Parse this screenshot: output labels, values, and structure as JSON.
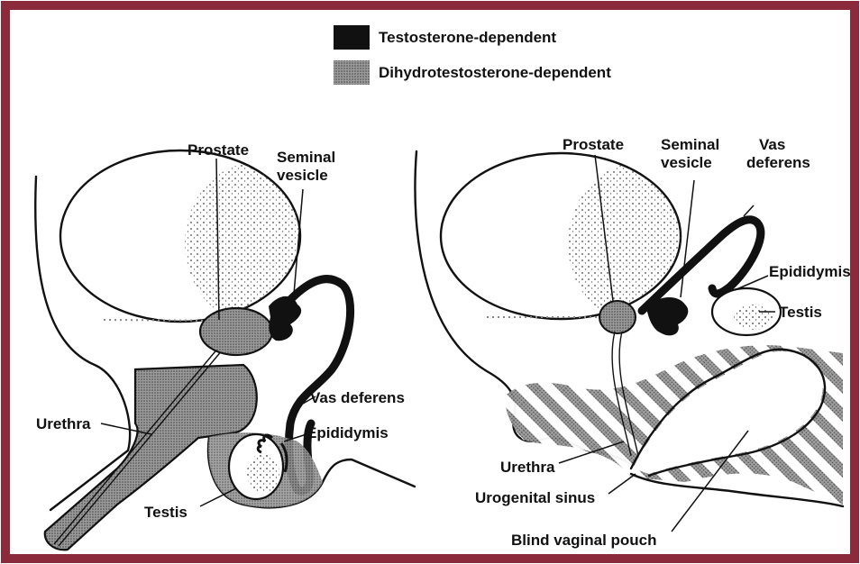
{
  "colors": {
    "border": "#8b2a3a",
    "ink": "#111111",
    "paper": "#ffffff",
    "stipple": "#8a8a8a"
  },
  "legend": {
    "testosterone": "Testosterone-dependent",
    "dht": "Dihydrotestosterone-dependent"
  },
  "left_diagram": {
    "prostate": "Prostate",
    "seminal_vesicle_line1": "Seminal",
    "seminal_vesicle_line2": "vesicle",
    "vas_deferens": "Vas deferens",
    "epididymis": "Epididymis",
    "urethra": "Urethra",
    "testis": "Testis"
  },
  "right_diagram": {
    "prostate": "Prostate",
    "seminal_vesicle_line1": "Seminal",
    "seminal_vesicle_line2": "vesicle",
    "vas_deferens_line1": "Vas",
    "vas_deferens_line2": "deferens",
    "epididymis": "Epididymis",
    "testis": "Testis",
    "urethra": "Urethra",
    "urogenital_sinus": "Urogenital sinus",
    "blind_vaginal_pouch": "Blind vaginal pouch"
  }
}
